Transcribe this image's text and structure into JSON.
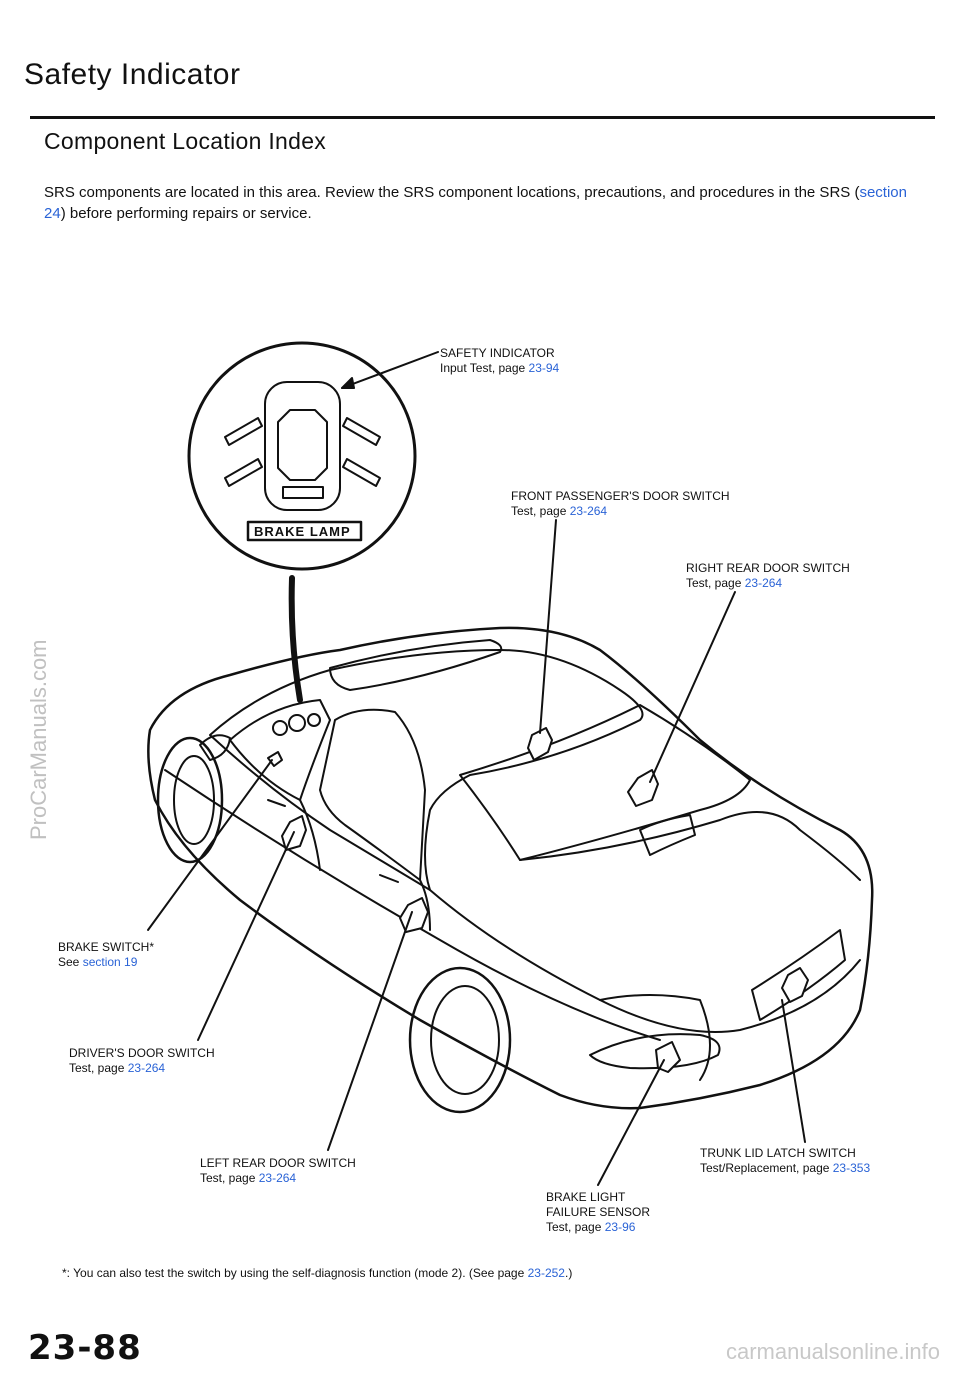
{
  "header": {
    "title": "Safety Indicator",
    "subtitle": "Component Location Index"
  },
  "intro": {
    "text_before_link": "SRS components are located in this area. Review the SRS component locations, precautions, and procedures in the SRS (",
    "link": "section 24",
    "text_after_link": ") before performing repairs or service."
  },
  "indicator_panel": {
    "label": "BRAKE LAMP"
  },
  "callouts": {
    "safety_indicator": {
      "line1": "SAFETY INDICATOR",
      "line2_text": "Input Test, page ",
      "line2_link": "23-94"
    },
    "front_passenger_door": {
      "line1": "FRONT PASSENGER'S DOOR SWITCH",
      "line2_text": "Test, page ",
      "line2_link": "23-264"
    },
    "right_rear_door": {
      "line1": "RIGHT REAR DOOR SWITCH",
      "line2_text": "Test, page ",
      "line2_link": "23-264"
    },
    "brake_switch": {
      "line1": "BRAKE SWITCH*",
      "line2_text": "See ",
      "line2_link": "section 19"
    },
    "drivers_door": {
      "line1": "DRIVER'S DOOR SWITCH",
      "line2_text": "Test, page ",
      "line2_link": "23-264"
    },
    "left_rear_door": {
      "line1": "LEFT REAR DOOR SWITCH",
      "line2_text": "Test, page ",
      "line2_link": "23-264"
    },
    "trunk_lid": {
      "line1": "TRUNK LID LATCH SWITCH",
      "line2_text": "Test/Replacement, page ",
      "line2_link": "23-353"
    },
    "brake_light_sensor": {
      "line1": "BRAKE LIGHT",
      "line2": "FAILURE SENSOR",
      "line3_text": "Test, page ",
      "line3_link": "23-96"
    }
  },
  "footnote": {
    "text": "*: You can also test the switch by using the self-diagnosis function (mode 2). (See page ",
    "link": "23-252",
    "end": ".)"
  },
  "page_number": "23-88",
  "watermarks": {
    "left": "ProCarManuals.com",
    "bottom": "carmanualsonline.info"
  },
  "colors": {
    "link": "#2a63d6",
    "ink": "#111111"
  }
}
